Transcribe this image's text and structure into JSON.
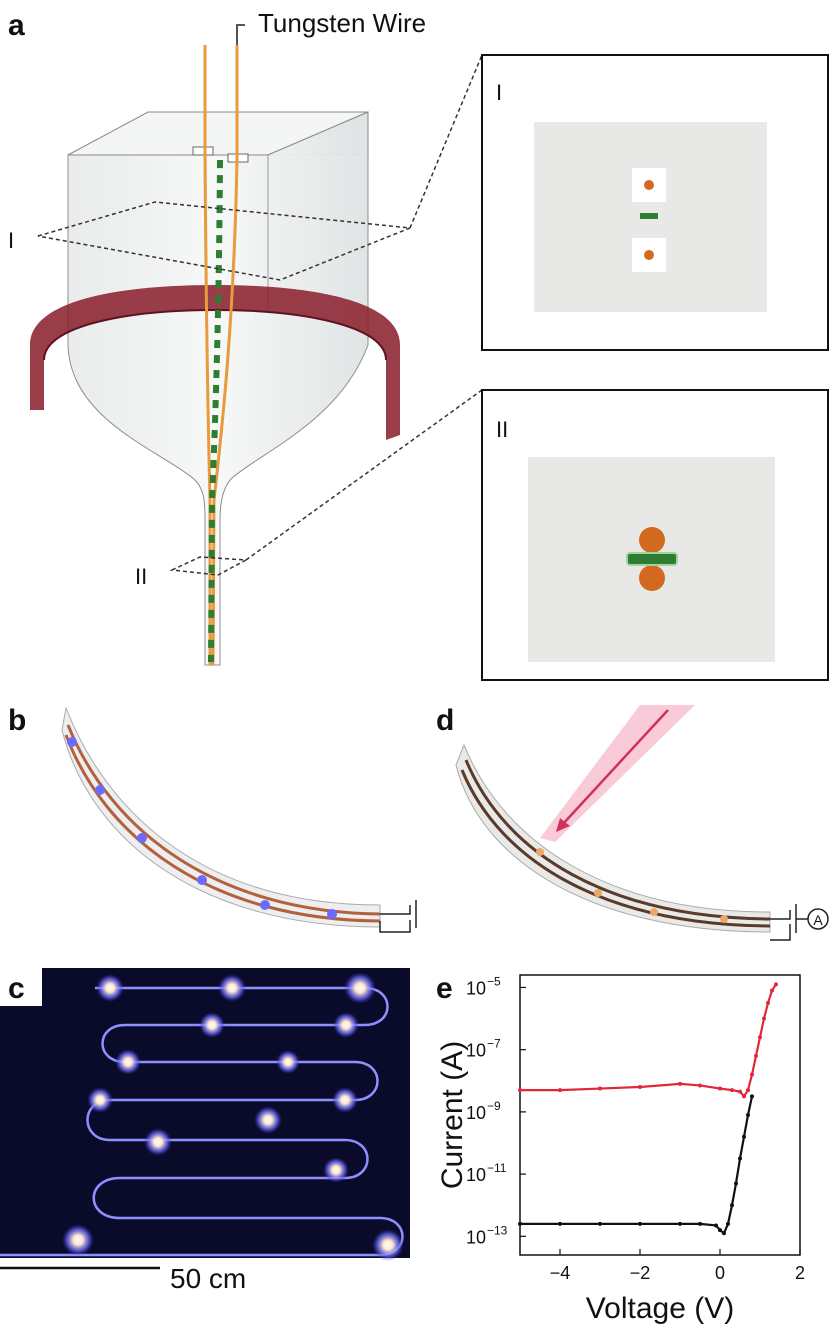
{
  "panels": {
    "a": "a",
    "b": "b",
    "c": "c",
    "d": "d",
    "e": "e"
  },
  "panel_a": {
    "wire_label": "Tungsten Wire",
    "section_I": "I",
    "section_II": "II",
    "inset_I_label": "I",
    "inset_II_label": "II"
  },
  "panel_c": {
    "scale_label": "50 cm"
  },
  "panel_d": {
    "ammeter": "A"
  },
  "colors": {
    "wire": "#e89a3c",
    "green_core": "#2f7d32",
    "band": "#8b2230",
    "electrode": "#d2691e",
    "glow": "#6b6bff",
    "laser": "#f4a0b8",
    "series_dark": "#111111",
    "series_light": "#e0283a"
  },
  "chart_data": {
    "type": "scatter",
    "xlabel": "Voltage (V)",
    "ylabel": "Current (A)",
    "xlim": [
      -5,
      2
    ],
    "ylim_log10": [
      -13.6,
      -4.6
    ],
    "yscale": "log",
    "x_ticks": [
      -4,
      -2,
      0,
      2
    ],
    "x_tick_labels": [
      "−4",
      "−2",
      "0",
      "2"
    ],
    "y_ticks_log10": [
      -13,
      -11,
      -9,
      -7,
      -5
    ],
    "y_tick_labels": [
      "10",
      "10",
      "10",
      "10",
      "10"
    ],
    "y_tick_exponents": [
      "−13",
      "−11",
      "−9",
      "−7",
      "−5"
    ],
    "series": [
      {
        "color": "#111111",
        "x": [
          -5.0,
          -4.0,
          -3.0,
          -2.0,
          -1.0,
          -0.5,
          -0.1,
          0.0,
          0.1,
          0.2,
          0.3,
          0.4,
          0.5,
          0.6,
          0.7,
          0.8
        ],
        "log10_y": [
          -12.6,
          -12.6,
          -12.6,
          -12.6,
          -12.6,
          -12.6,
          -12.65,
          -12.8,
          -12.9,
          -12.6,
          -12.0,
          -11.3,
          -10.5,
          -9.8,
          -9.1,
          -8.5
        ]
      },
      {
        "color": "#e0283a",
        "x": [
          -5.0,
          -4.0,
          -3.0,
          -2.0,
          -1.0,
          -0.5,
          0.0,
          0.3,
          0.5,
          0.6,
          0.7,
          0.8,
          0.9,
          1.0,
          1.1,
          1.2,
          1.3,
          1.4
        ],
        "log10_y": [
          -8.3,
          -8.3,
          -8.25,
          -8.2,
          -8.1,
          -8.15,
          -8.25,
          -8.3,
          -8.35,
          -8.5,
          -8.3,
          -7.8,
          -7.2,
          -6.6,
          -6.0,
          -5.5,
          -5.1,
          -4.9
        ]
      }
    ]
  }
}
